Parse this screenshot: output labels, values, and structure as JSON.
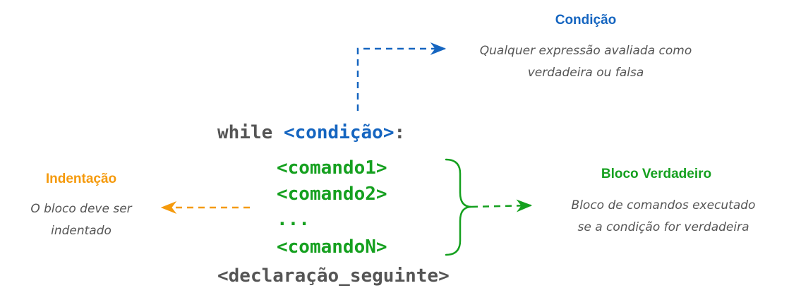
{
  "condition": {
    "title": "Condição",
    "description_line1": "Qualquer expressão avaliada como",
    "description_line2": "verdadeira ou falsa"
  },
  "indentation": {
    "title": "Indentação",
    "description_line1": "O bloco deve ser",
    "description_line2": "indentado"
  },
  "true_block": {
    "title": "Bloco Verdadeiro",
    "description_line1": "Bloco de comandos executado",
    "description_line2": "se a condição for verdadeira"
  },
  "code": {
    "keyword": "while",
    "condition": "<condição>",
    "colon": ":",
    "commands": [
      "<comando1>",
      "<comando2>",
      "...",
      "<comandoN>"
    ],
    "next_statement": "<declaração_seguinte>"
  },
  "colors": {
    "condition": "#1565c0",
    "true_block": "#15a01f",
    "indentation": "#f59a0c",
    "text": "#555555"
  }
}
